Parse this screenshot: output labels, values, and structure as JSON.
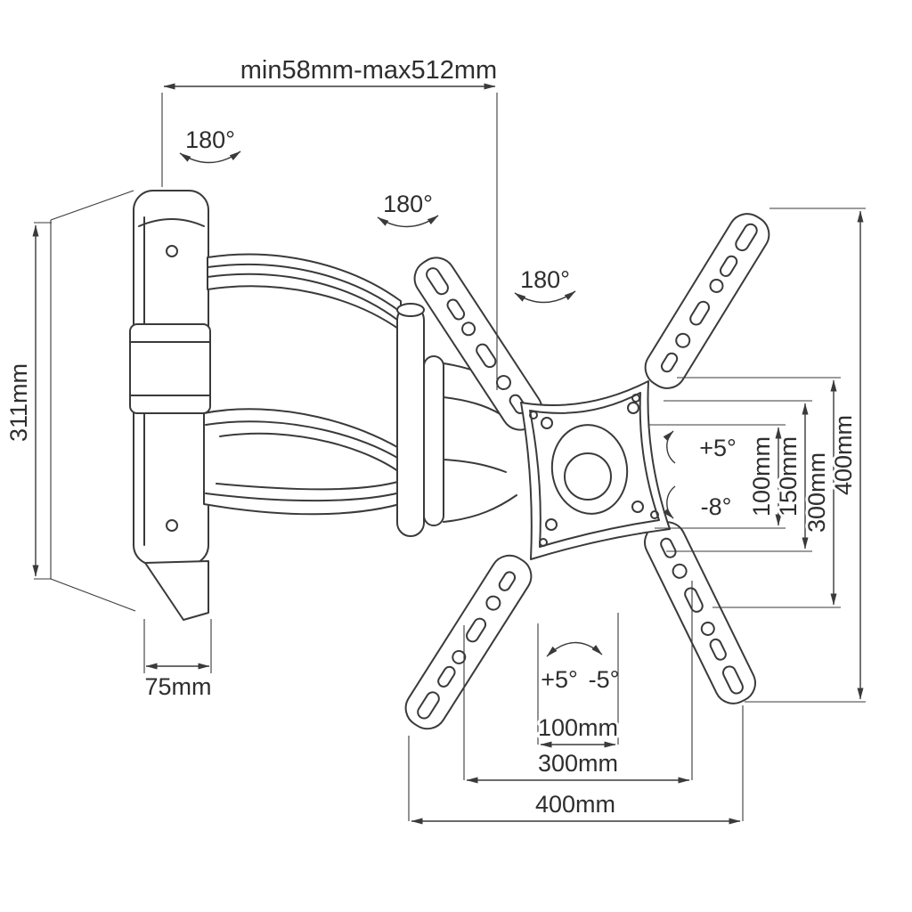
{
  "colors": {
    "ink": "#3a3a3a",
    "text": "#2e2e2e",
    "background": "#ffffff"
  },
  "diagram": {
    "labels": {
      "arm_range": "min58mm-max512mm",
      "rot_wall": "180°",
      "rot_mid": "180°",
      "rot_head": "180°",
      "tilt_up": "+5°",
      "tilt_down": "-8°",
      "swivel_pos": "+5°",
      "swivel_neg": "-5°",
      "plate_height": "311mm",
      "plate_depth": "75mm",
      "vesa_v_100": "100mm",
      "vesa_v_150": "150mm",
      "vesa_v_300": "300mm",
      "vesa_v_400": "400mm",
      "vesa_h_100": "100mm",
      "vesa_h_300": "300mm",
      "vesa_h_400": "400mm"
    }
  }
}
